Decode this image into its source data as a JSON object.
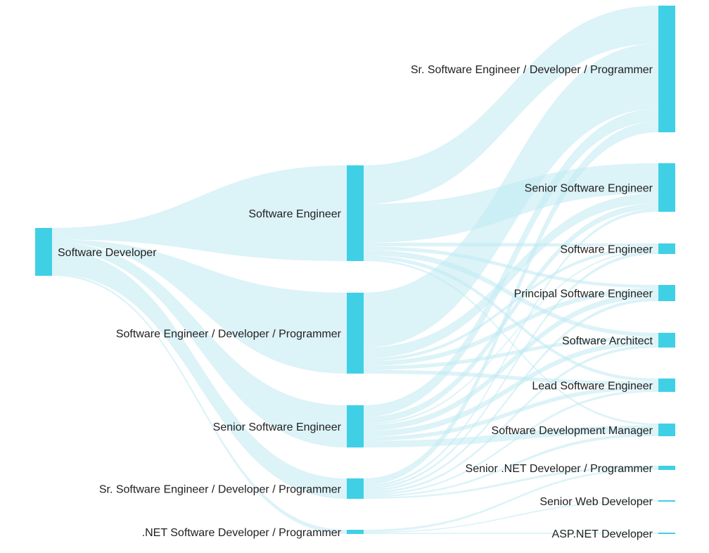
{
  "diagram": {
    "type": "sankey",
    "colors": {
      "node": "#3fd0e6",
      "link": "#bfe9f3",
      "text": "#212121"
    },
    "columns": [
      [
        {
          "id": "a0",
          "label": "Software Developer"
        }
      ],
      [
        {
          "id": "b0",
          "label": "Software Engineer"
        },
        {
          "id": "b1",
          "label": "Software Engineer / Developer / Programmer"
        },
        {
          "id": "b2",
          "label": "Senior Software Engineer"
        },
        {
          "id": "b3",
          "label": "Sr. Software Engineer / Developer / Programmer"
        },
        {
          "id": "b4",
          "label": ".NET Software Developer / Programmer"
        }
      ],
      [
        {
          "id": "c0",
          "label": "Sr. Software Engineer / Developer / Programmer"
        },
        {
          "id": "c1",
          "label": "Senior Software Engineer"
        },
        {
          "id": "c2",
          "label": "Software Engineer"
        },
        {
          "id": "c3",
          "label": "Principal Software Engineer"
        },
        {
          "id": "c4",
          "label": "Software Architect"
        },
        {
          "id": "c5",
          "label": "Lead Software Engineer"
        },
        {
          "id": "c6",
          "label": "Software Development Manager"
        },
        {
          "id": "c7",
          "label": "Senior .NET Developer / Programmer"
        },
        {
          "id": "c8",
          "label": "Senior Web Developer"
        },
        {
          "id": "c9",
          "label": "ASP.NET Developer"
        }
      ]
    ],
    "links": [
      {
        "source": "a0",
        "target": "b0",
        "value": 12
      },
      {
        "source": "a0",
        "target": "b1",
        "value": 3
      },
      {
        "source": "a0",
        "target": "b2",
        "value": 8
      },
      {
        "source": "a0",
        "target": "b3",
        "value": 25
      },
      {
        "source": "a0",
        "target": "b4",
        "value": 2
      },
      {
        "source": "b0",
        "target": "c0",
        "value": 42
      },
      {
        "source": "b0",
        "target": "c1",
        "value": 42
      },
      {
        "source": "b0",
        "target": "c2",
        "value": 4
      },
      {
        "source": "b0",
        "target": "c3",
        "value": 4
      },
      {
        "source": "b0",
        "target": "c4",
        "value": 6
      },
      {
        "source": "b0",
        "target": "c5",
        "value": 4
      },
      {
        "source": "b0",
        "target": "c6",
        "value": 2
      },
      {
        "source": "b1",
        "target": "c0",
        "value": 72
      },
      {
        "source": "b1",
        "target": "c1",
        "value": 14
      },
      {
        "source": "b1",
        "target": "c2",
        "value": 4
      },
      {
        "source": "b1",
        "target": "c3",
        "value": 6
      },
      {
        "source": "b1",
        "target": "c4",
        "value": 5
      },
      {
        "source": "b1",
        "target": "c5",
        "value": 5
      },
      {
        "source": "b2",
        "target": "c0",
        "value": 14
      },
      {
        "source": "b2",
        "target": "c1",
        "value": 8
      },
      {
        "source": "b2",
        "target": "c2",
        "value": 2
      },
      {
        "source": "b2",
        "target": "c3",
        "value": 7
      },
      {
        "source": "b2",
        "target": "c4",
        "value": 7
      },
      {
        "source": "b2",
        "target": "c5",
        "value": 5
      },
      {
        "source": "b2",
        "target": "c6",
        "value": 8
      },
      {
        "source": "b3",
        "target": "c0",
        "value": 12
      },
      {
        "source": "b3",
        "target": "c1",
        "value": 4
      },
      {
        "source": "b3",
        "target": "c2",
        "value": 4
      },
      {
        "source": "b3",
        "target": "c3",
        "value": 4
      },
      {
        "source": "b3",
        "target": "c4",
        "value": 4
      },
      {
        "source": "b3",
        "target": "c5",
        "value": 3
      },
      {
        "source": "b3",
        "target": "c6",
        "value": 3
      },
      {
        "source": "b3",
        "target": "c7",
        "value": 3
      },
      {
        "source": "b4",
        "target": "c7",
        "value": 2
      },
      {
        "source": "b4",
        "target": "c8",
        "value": 1
      },
      {
        "source": "b4",
        "target": "c9",
        "value": 1
      }
    ]
  }
}
